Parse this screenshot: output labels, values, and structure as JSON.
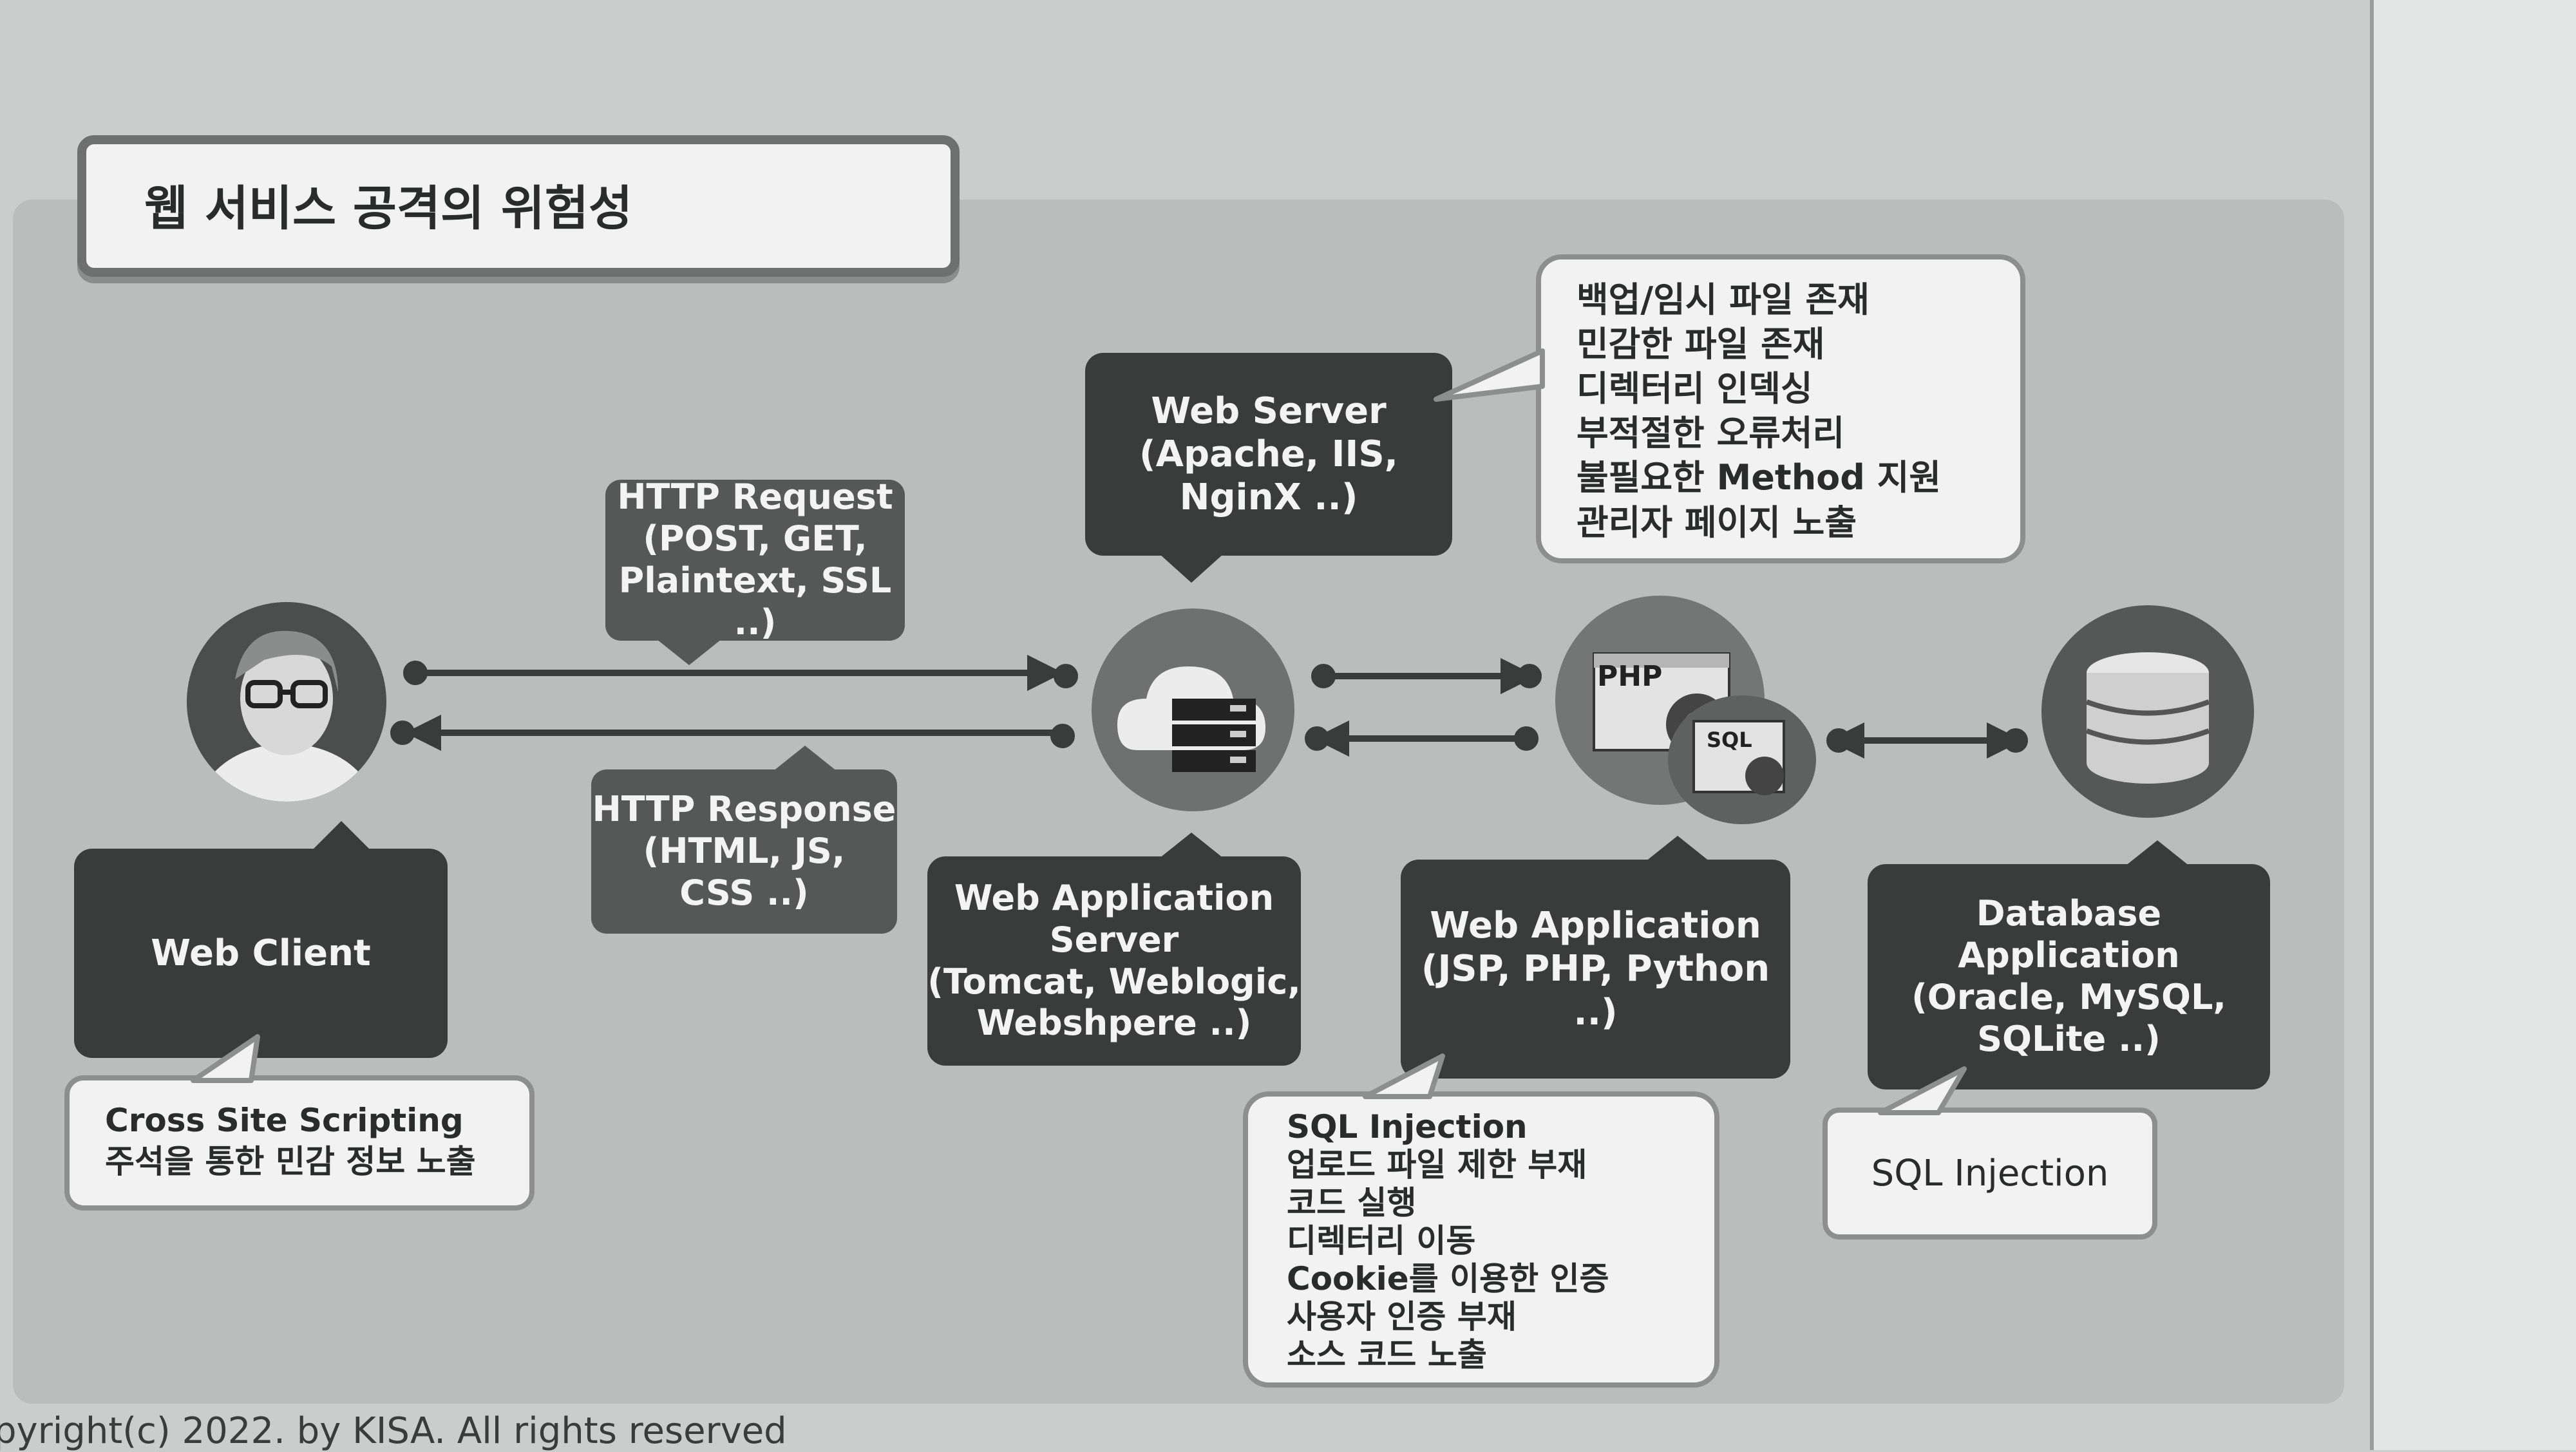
{
  "title": "웹 서비스 공격의 위험성",
  "nodes": {
    "web_client": "Web Client",
    "http_request": "HTTP Request\n(POST, GET,\nPlaintext, SSL ..)",
    "http_response": "HTTP Response\n(HTML, JS,\nCSS ..)",
    "web_server": "Web Server\n(Apache, IIS,\nNginX ..)",
    "web_app_server": "Web Application\nServer\n(Tomcat, Weblogic,\nWebshpere ..)",
    "web_application": "Web Application\n(JSP, PHP, Python ..)",
    "database_application": "Database\nApplication\n(Oracle, MySQL,\nSQLite ..)"
  },
  "icons": {
    "php_label": "PHP",
    "sql_label": "SQL"
  },
  "callouts": {
    "web_server_risks": "백업/임시 파일 존재\n민감한 파일 존재\n디렉터리 인덱싱\n부적절한 오류처리\n불필요한 Method 지원\n관리자 페이지 노출",
    "web_client_risks": "Cross Site Scripting\n주석을 통한 민감 정보 노출",
    "web_application_risks": "SQL Injection\n업로드 파일 제한 부재\n코드 실행\n디렉터리 이동\nCookie를 이용한 인증\n사용자 인증 부재\n소스 코드 노출",
    "database_risks": "SQL Injection"
  },
  "footer": "pyright(c) 2022. by KISA. All rights reserved",
  "colors": {
    "background": "#c9cdcb",
    "panel": "#b9bdbb",
    "dark_box": "#3a3c3b",
    "mid_box": "#555857",
    "callout": "#f1f2f1"
  }
}
